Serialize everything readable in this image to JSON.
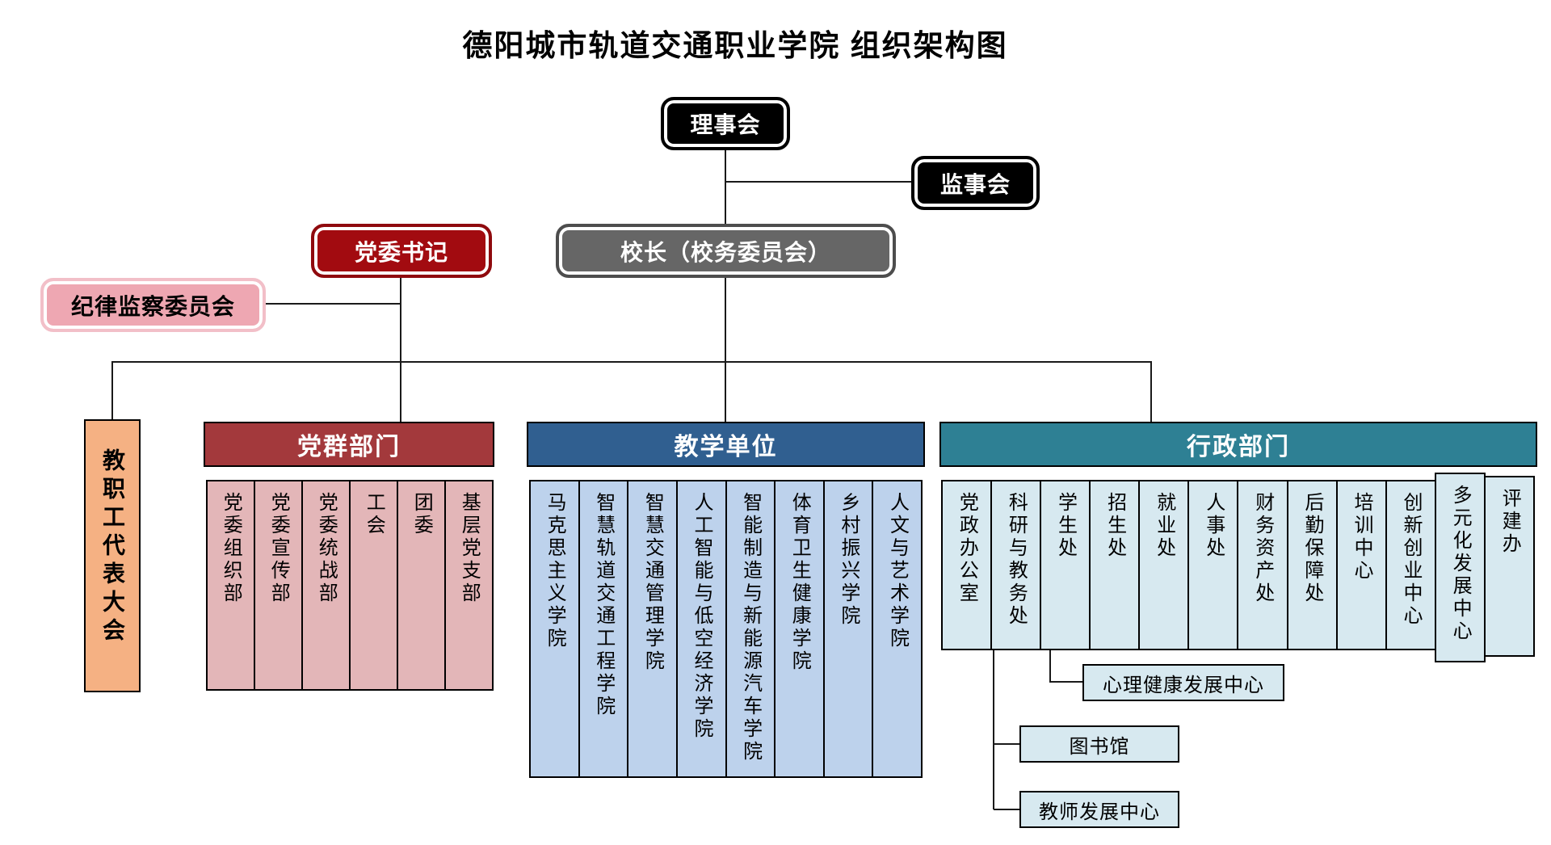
{
  "title": "德阳城市轨道交通职业学院 组织架构图",
  "nodes": {
    "board": "理事会",
    "supervisory": "监事会",
    "party_secretary": "党委书记",
    "president": "校长（校务委员会）",
    "discipline_committee": "纪律监察委员会",
    "staff_congress": "教职工代表大会"
  },
  "sections": [
    {
      "header": "党群部门",
      "items": [
        "党委组织部",
        "党委宣传部",
        "党委统战部",
        "工会",
        "团委",
        "基层党支部"
      ]
    },
    {
      "header": "教学单位",
      "items": [
        "马克思主义学院",
        "智慧轨道交通工程学院",
        "智慧交通管理学院",
        "人工智能与低空经济学院",
        "智能制造与新能源汽车学院",
        "体育卫生健康学院",
        "乡村振兴学院",
        "人文与艺术学院"
      ]
    },
    {
      "header": "行政部门",
      "items": [
        "党政办公室",
        "科研与教务处",
        "学生处",
        "招生处",
        "就业处",
        "人事处",
        "财务资产处",
        "后勤保障处",
        "培训中心",
        "创新创业中心",
        "多元化发展中心",
        "评建办"
      ]
    }
  ],
  "attached": {
    "mental_health_center": "心理健康发展中心",
    "library": "图书馆",
    "teacher_dev_center": "教师发展中心"
  },
  "colors": {
    "black_node": "#000000",
    "party_secretary_red": "#A20B10",
    "president_gray": "#666666",
    "discipline_pink": "#EEA7B2",
    "staff_congress_orange": "#F5B183",
    "party_group_header": "#A3393C",
    "party_group_column": "#E3B6B8",
    "teaching_header": "#305F90",
    "teaching_column": "#BDD2EC",
    "admin_header": "#2E8094",
    "admin_column": "#D7E9F0"
  }
}
